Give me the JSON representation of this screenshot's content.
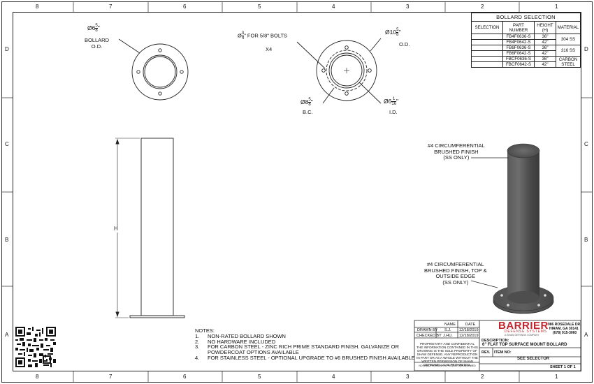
{
  "border": {
    "columns": [
      "8",
      "7",
      "6",
      "5",
      "4",
      "3",
      "2",
      "1"
    ],
    "rows": [
      "D",
      "C",
      "B",
      "A"
    ]
  },
  "views": {
    "bollard_od": {
      "symbol": "Ø",
      "whole": "6",
      "num": "5",
      "den": "8",
      "suffix": "\"",
      "label": "BOLLARD\nO.D."
    },
    "bolt_holes": {
      "symbol": "Ø",
      "num": "3",
      "den": "4",
      "text": "\" FOR 5/8\" BOLTS",
      "count": "X4"
    },
    "base_od": {
      "symbol": "Ø",
      "whole": "10",
      "num": "5",
      "den": "8",
      "suffix": "\"",
      "label": "O.D."
    },
    "bolt_circle": {
      "symbol": "Ø",
      "whole": "8",
      "num": "5",
      "den": "8",
      "suffix": "\"",
      "label": "B.C."
    },
    "inner_d": {
      "symbol": "Ø",
      "whole": "6",
      "num": "1",
      "den": "16",
      "suffix": "\"",
      "label": "I.D."
    },
    "height_label": "H",
    "finish_top": "#4 CIRCUMFERENTIAL\nBRUSHED FINISH\n(SS ONLY)",
    "finish_base": "#4 CIRCUMFERENTIAL\nBRUSHED FINISH, TOP &\nOUTSIDE EDGE\n(SS ONLY)"
  },
  "selection_table": {
    "caption": "BOLLARD SELECTION",
    "headers": [
      "SELECTION",
      "PART NUMBER",
      "HEIGHT (H)",
      "MATERIAL"
    ],
    "rows": [
      {
        "part": "FB4F0636-S",
        "height": "36\""
      },
      {
        "part": "FB4F0642-S",
        "height": "42\""
      },
      {
        "part": "FB6F0636-S",
        "height": "36\""
      },
      {
        "part": "FB6F0642-S",
        "height": "42\""
      },
      {
        "part": "FBCF0636-S",
        "height": "36\""
      },
      {
        "part": "FBCF0642-S",
        "height": "42\""
      }
    ],
    "materials": [
      "304 SS",
      "316 SS",
      "CARBON STEEL"
    ]
  },
  "notes": {
    "title": "NOTES:",
    "items": [
      {
        "n": "1.",
        "text": "NON-RATED BOLLARD SHOWN"
      },
      {
        "n": "2.",
        "text": "NO HARDWARE INCLUDED"
      },
      {
        "n": "3.",
        "text": "FOR CARBON STEEL - ZINC RICH PRIME STANDARD FINISH. GALVANIZE OR POWDERCOAT OPTIONS AVAILABLE"
      },
      {
        "n": "4.",
        "text": "FOR STAINLESS STEEL - OPTIONAL UPGRADE TO #6 BRUSHED FINISH AVAILABLE"
      }
    ]
  },
  "title_block": {
    "name_header": "NAME",
    "date_header": "DATE",
    "drawn_by_label": "DRAWN BY",
    "drawn_by": "S.J.",
    "drawn_date": "12/18/2019",
    "checked_by_label": "CHECKED BY",
    "checked_by": "J.HU.",
    "checked_date": "12/18/2019",
    "proprietary": "PROPRIETARY AND CONFIDENTIAL THE INFORMATION CONTAINED IN THIS DRAWING IS THE SOLE PROPERTY OF SHAW DEFENSE. ANY REPRODUCTION IN PART OR AS A WHOLE WITHOUT THE WRITTEN PERMISSION OF SHAW DEFENSE LLC IS PROHIBITED.",
    "logo_word": "BARRIER",
    "logo_sub": "DEFENSE SYSTEMS",
    "logo_tag": "A SHAW DEFENSE COMPANY",
    "address": [
      "986 ROSEDALE DR.",
      "HIRAM, GA 30141",
      "(678) 915-3060"
    ],
    "description_label": "DESCRIPTION:",
    "description": "6\" FLAT TOP SURFACE MOUNT BOLLARD",
    "rev_label": "REV.",
    "item_no_label": "ITEM NO:",
    "item_no": "SEE SELECTOR",
    "sheet": "SHEET 1 OF 1",
    "fine_print": "NO UNAUTHORIZED REPRODUCTION ALLOWED"
  }
}
